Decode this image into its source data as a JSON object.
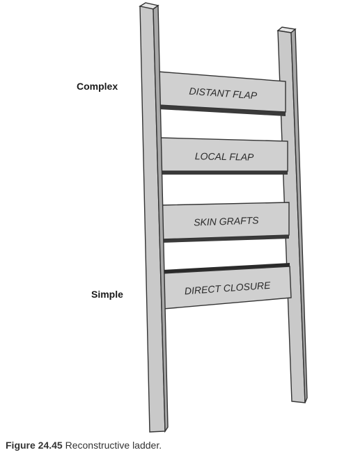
{
  "diagram": {
    "side_labels": {
      "top": "Complex",
      "bottom": "Simple"
    },
    "rungs": [
      {
        "label": "DISTANT FLAP"
      },
      {
        "label": "LOCAL FLAP"
      },
      {
        "label": "SKIN GRAFTS"
      },
      {
        "label": "DIRECT CLOSURE"
      }
    ],
    "colors": {
      "rail_front": "#c9c9c9",
      "rail_side": "#a8a8a8",
      "rung_face": "#d0d0d0",
      "rung_edge": "#3a3a3a",
      "outline": "#333333"
    }
  },
  "caption": {
    "figure_number": "Figure 24.45",
    "text": "Reconstructive ladder."
  }
}
